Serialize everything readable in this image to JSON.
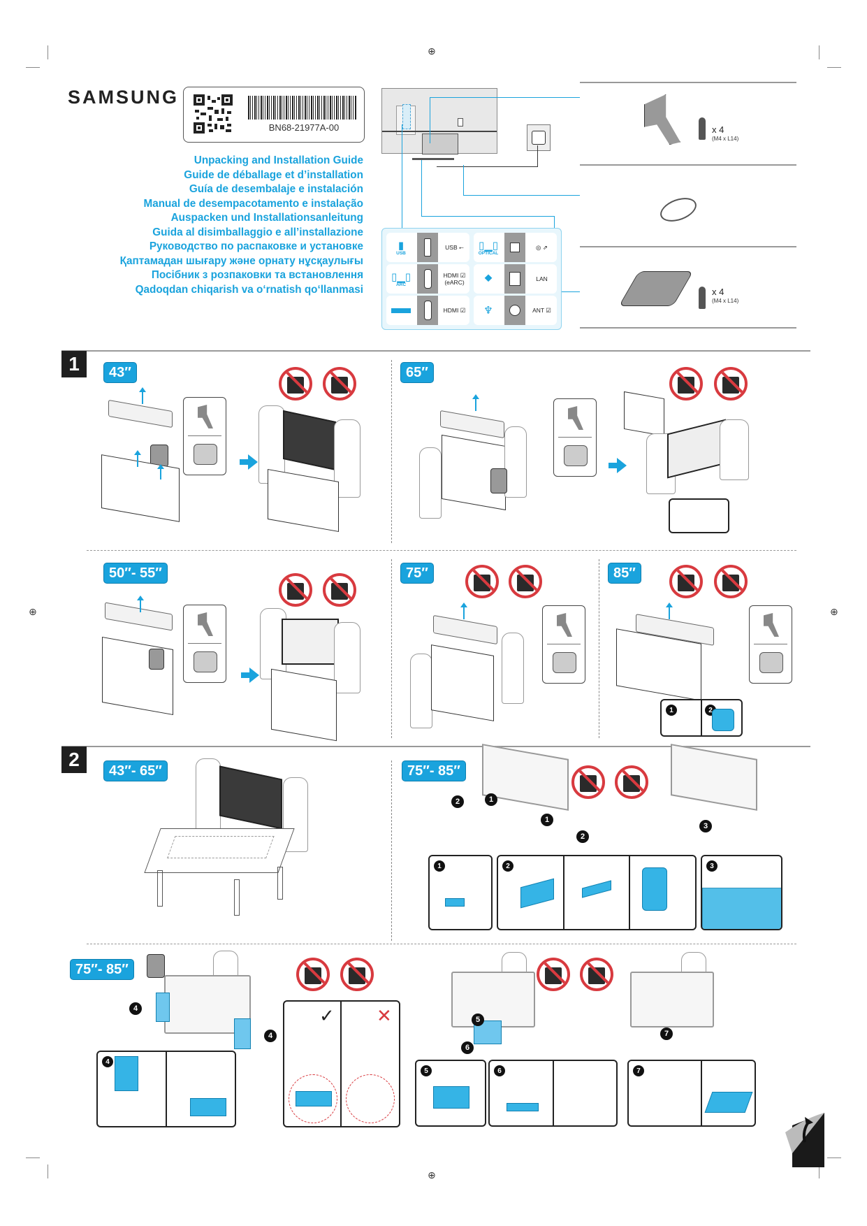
{
  "brand": "SAMSUNG",
  "part_number": "BN68-21977A-00",
  "guide_titles": [
    "Unpacking and Installation Guide",
    "Guide de déballage et d’installation",
    "Guía de desembalaje e instalación",
    "Manual de desempacotamento e instalação",
    "Auspacken und Installationsanleitung",
    "Guida al disimballaggio e all’installazione",
    "Руководство по распаковке и установке",
    "Қаптамадан шығару және орнату нұсқаулығы",
    "Посібник з розпаковки та встановлення",
    "Qadoqdan chiqarish va o‘rnatish qo‘llanmasi"
  ],
  "ports": [
    {
      "icon": "usb-stick-icon",
      "icon_text": "USB",
      "socket": "usb-socket",
      "label": "USB ⭠"
    },
    {
      "icon": "speakers-icon",
      "icon_text": "OPTICAL",
      "socket": "optical-socket",
      "label": "◎ ⇗"
    },
    {
      "icon": "speakers-icon",
      "icon_text": "ARC",
      "socket": "hdmi-socket",
      "label": "HDMI ☑ (eARC)"
    },
    {
      "icon": "lan-plug-icon",
      "icon_text": "",
      "socket": "lan-socket",
      "label": "LAN"
    },
    {
      "icon": "set-top-box-icon",
      "icon_text": "",
      "socket": "hdmi-socket",
      "label": "HDMI ☑"
    },
    {
      "icon": "antenna-icon",
      "icon_text": "",
      "socket": "coax-socket",
      "label": "ANT ☑"
    }
  ],
  "accessories": [
    {
      "name": "stand",
      "qty": "x 4",
      "spec": "(M4 x L14)"
    },
    {
      "name": "power-cable",
      "qty": "",
      "spec": ""
    },
    {
      "name": "cover-plate",
      "qty": "x 4",
      "spec": "(M4 x L14)"
    }
  ],
  "sections": [
    {
      "number": "1",
      "panels": [
        {
          "size": "43″"
        },
        {
          "size": "65″"
        },
        {
          "size": "50″- 55″"
        },
        {
          "size": "75″"
        },
        {
          "size": "85″"
        }
      ]
    },
    {
      "number": "2",
      "panels": [
        {
          "size": "43″- 65″"
        },
        {
          "size": "75″- 85″"
        },
        {
          "size": "75″- 85″"
        }
      ]
    }
  ],
  "step_markers": [
    "1",
    "2",
    "3",
    "4",
    "5",
    "6",
    "7"
  ],
  "marks": {
    "check": "✓",
    "cross": "✕"
  },
  "colors": {
    "accent": "#1aa3dd",
    "prohibit": "#d83a3f",
    "dark": "#1f1f1f"
  }
}
